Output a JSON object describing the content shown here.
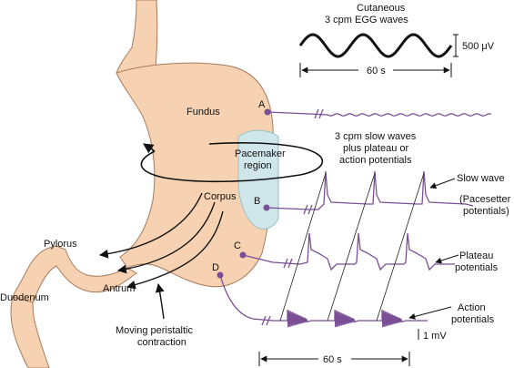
{
  "labels": {
    "cutaneous": "Cutaneous",
    "egg_waves": "3 cpm EGG waves",
    "egg_amplitude": "500 μV",
    "egg_duration": "60 s",
    "fundus": "Fundus",
    "pacemaker_1": "Pacemaker",
    "pacemaker_2": "region",
    "corpus": "Corpus",
    "pylorus": "Pylorus",
    "antrum": "Antrum",
    "duodenum": "Duodenum",
    "peristaltic_1": "Moving peristaltic",
    "peristaltic_2": "contraction",
    "slow_waves_1": "3 cpm slow waves",
    "slow_waves_2": "plus plateau or",
    "slow_waves_3": "action potentials",
    "slow_wave": "Slow wave",
    "pacesetter_1": "(Pacesetter",
    "pacesetter_2": "potentials)",
    "plateau_1": "Plateau",
    "plateau_2": "potentials",
    "action_1": "Action",
    "action_2": "potentials",
    "mv_scale": "1 mV",
    "bottom_duration": "60 s",
    "electrode_a": "A",
    "electrode_b": "B",
    "electrode_c": "C",
    "electrode_d": "D"
  },
  "colors": {
    "stomach_fill": "#f6d2b2",
    "stomach_stroke": "#a87a5c",
    "pacemaker_fill": "#cfe6ea",
    "trace": "#7b4f96",
    "text": "#111111"
  }
}
